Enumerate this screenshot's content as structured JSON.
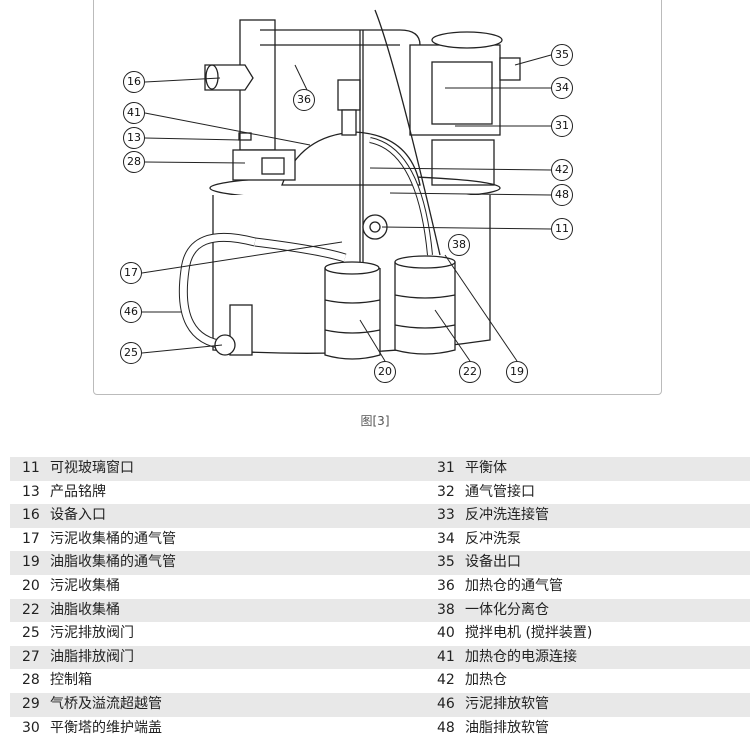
{
  "figure": {
    "caption": "图[3]",
    "callouts": [
      "16",
      "41",
      "13",
      "28",
      "17",
      "46",
      "25",
      "36",
      "35",
      "34",
      "31",
      "42",
      "48",
      "11",
      "38",
      "20",
      "22",
      "19"
    ]
  },
  "parts_left": [
    {
      "num": "11",
      "name": "可视玻璃窗口"
    },
    {
      "num": "13",
      "name": "产品铭牌"
    },
    {
      "num": "16",
      "name": "设备入口"
    },
    {
      "num": "17",
      "name": "污泥收集桶的通气管"
    },
    {
      "num": "19",
      "name": "油脂收集桶的通气管"
    },
    {
      "num": "20",
      "name": "污泥收集桶"
    },
    {
      "num": "22",
      "name": "油脂收集桶"
    },
    {
      "num": "25",
      "name": "污泥排放阀门"
    },
    {
      "num": "27",
      "name": "油脂排放阀门"
    },
    {
      "num": "28",
      "name": "控制箱"
    },
    {
      "num": "29",
      "name": "气桥及溢流超越管"
    },
    {
      "num": "30",
      "name": "平衡塔的维护端盖"
    }
  ],
  "parts_right": [
    {
      "num": "31",
      "name": "平衡体"
    },
    {
      "num": "32",
      "name": "通气管接口"
    },
    {
      "num": "33",
      "name": "反冲洗连接管"
    },
    {
      "num": "34",
      "name": "反冲洗泵"
    },
    {
      "num": "35",
      "name": "设备出口"
    },
    {
      "num": "36",
      "name": "加热仓的通气管"
    },
    {
      "num": "38",
      "name": "一体化分离仓"
    },
    {
      "num": "40",
      "name": "搅拌电机 (搅拌装置)"
    },
    {
      "num": "41",
      "name": "加热仓的电源连接"
    },
    {
      "num": "42",
      "name": "加热仓"
    },
    {
      "num": "46",
      "name": "污泥排放软管"
    },
    {
      "num": "48",
      "name": "油脂排放软管"
    }
  ]
}
